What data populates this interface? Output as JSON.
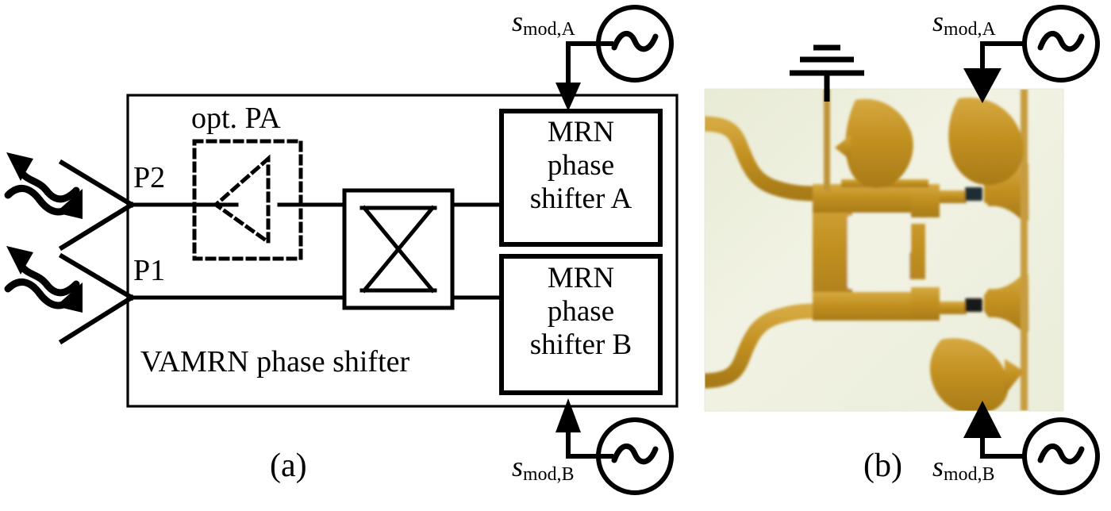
{
  "figure": {
    "type": "two-panel technical figure",
    "panel_a": {
      "caption": "(a)",
      "outer_block_label": "VAMRN phase shifter",
      "ports": [
        {
          "name": "port-p2",
          "label": "P2"
        },
        {
          "name": "port-p1",
          "label": "P1"
        }
      ],
      "amplifier": {
        "label": "opt. PA",
        "style": "dashed optional block containing triangular amplifier symbol"
      },
      "crossover": {
        "name": "crossover-network",
        "symbol": "X"
      },
      "blocks": [
        {
          "name": "mrn-phase-shifter-a",
          "line1": "MRN",
          "line2": "phase",
          "line3": "shifter A"
        },
        {
          "name": "mrn-phase-shifter-b",
          "line1": "MRN",
          "line2": "phase",
          "line3": "shifter B"
        }
      ],
      "sources": [
        {
          "name": "source-a",
          "symbol": "~",
          "signal_base": "s",
          "signal_sub": "mod,A"
        },
        {
          "name": "source-b",
          "symbol": "~",
          "signal_base": "s",
          "signal_sub": "mod,B"
        }
      ],
      "antennas": [
        {
          "name": "antenna-p2",
          "description": "V-dipole with bidirectional wavy RF arrows"
        },
        {
          "name": "antenna-p1",
          "description": "V-dipole with bidirectional wavy RF arrows"
        }
      ]
    },
    "panel_b": {
      "caption": "(b)",
      "photo_alt": "photograph of fabricated microstrip phase shifter circuit with gold traces, radial stubs and varactor diodes",
      "ground_symbol": "earth-ground",
      "sources": [
        {
          "name": "source-a",
          "symbol": "~",
          "signal_base": "s",
          "signal_sub": "mod,A"
        },
        {
          "name": "source-b",
          "symbol": "~",
          "signal_base": "s",
          "signal_sub": "mod,B"
        }
      ]
    }
  },
  "colors": {
    "ink": "#000000",
    "background": "#ffffff",
    "substrate": "#eef0dd",
    "trace_gold": "#c8952a",
    "trace_gold_light": "#d9ae4a",
    "trace_gold_dark": "#a97c18",
    "component_black": "#1a1a1a"
  }
}
